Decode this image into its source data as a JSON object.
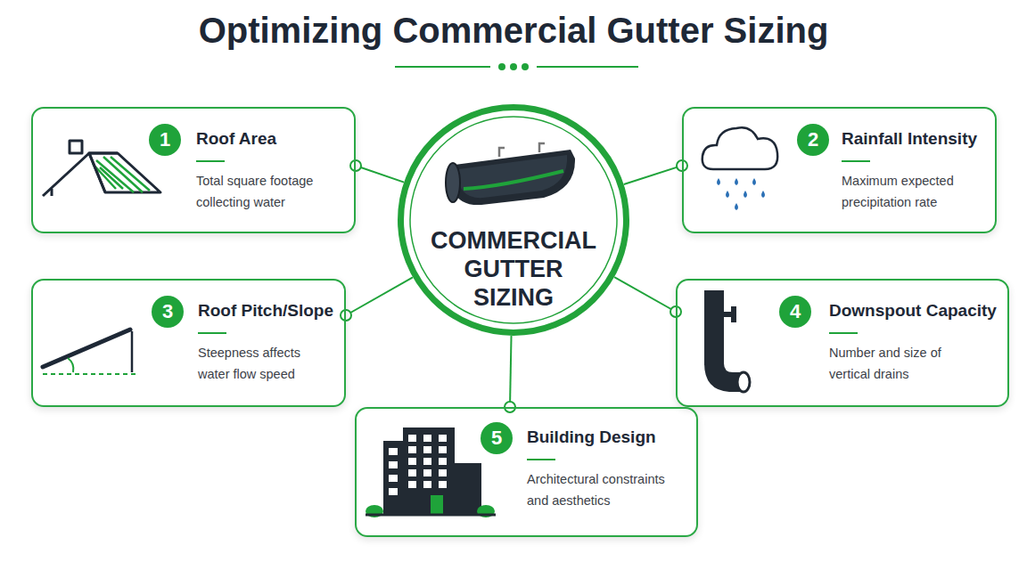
{
  "diagram": {
    "title": "Optimizing Commercial Gutter Sizing",
    "nodes": [
      {
        "text": [
          "COMMERCIAL GUTTER SIZING"
        ]
      },
      {
        "text": [
          "1",
          "Roof Area",
          "Total square footage collecting water"
        ]
      },
      {
        "text": [
          "2",
          "Rainfall Intensity",
          "Maximum expected precipitation rate"
        ]
      },
      {
        "text": [
          "3",
          "Roof Pitch/Slope",
          "Steepness affects water flow speed"
        ]
      },
      {
        "text": [
          "4",
          "Downspout Capacity",
          "Number and size of vertical drains"
        ]
      },
      {
        "text": [
          "5",
          "Building Design",
          "Architectural constraints and aesthetics"
        ]
      }
    ],
    "edges": [
      {
        "from": 0,
        "to": 1,
        "arrow": "none"
      },
      {
        "from": 0,
        "to": 2,
        "arrow": "none"
      },
      {
        "from": 0,
        "to": 3,
        "arrow": "none"
      },
      {
        "from": 0,
        "to": 4,
        "arrow": "none"
      },
      {
        "from": 0,
        "to": 5,
        "arrow": "none"
      }
    ]
  }
}
